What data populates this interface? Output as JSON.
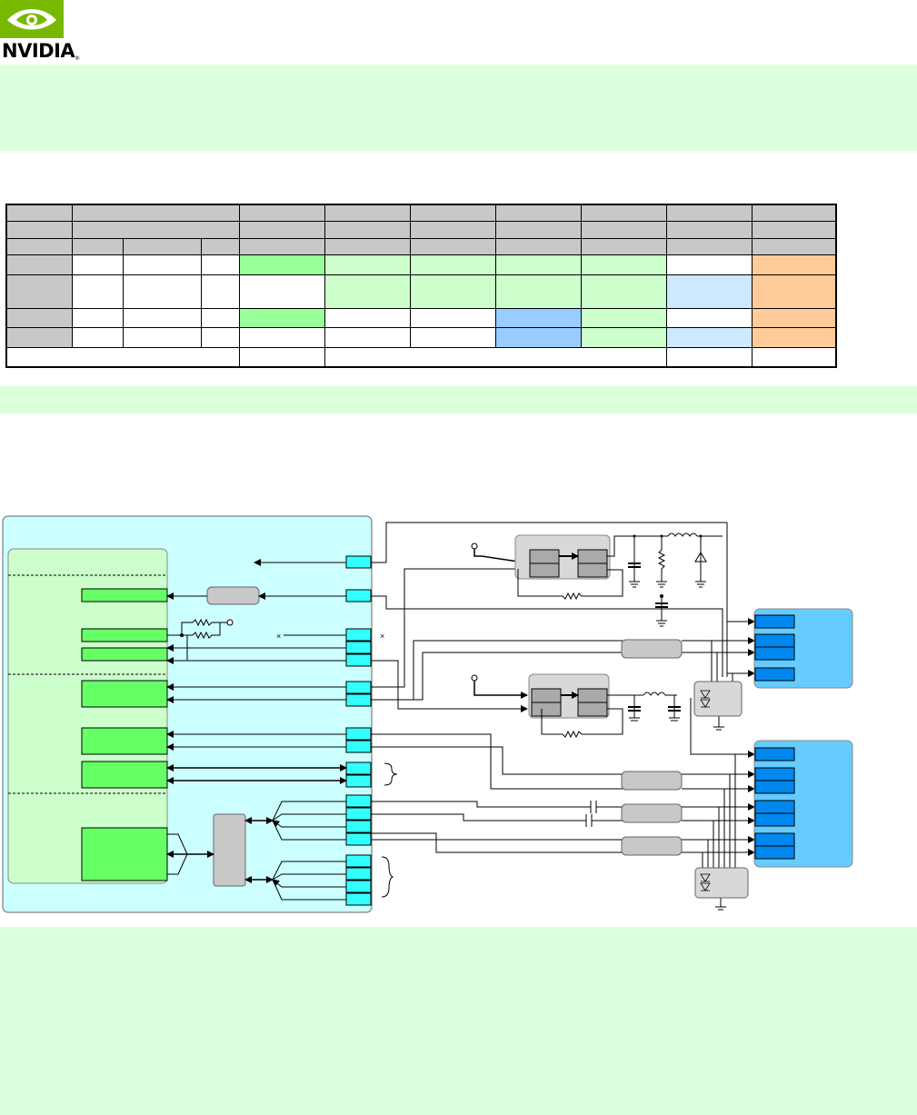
{
  "header": {
    "logo_text": "NVIDIA",
    "logo_mark": "nvidia-eye-logo",
    "trademark": "®"
  },
  "colors": {
    "note_background": "#dcffdc",
    "panel_cyan": "#ccffff",
    "panel_green": "#ccffcc",
    "block_green": "#66ff66",
    "connector_blue": "#66ccff",
    "pin_blue": "#0088ee",
    "pad_cyan": "#33ffff",
    "component_gray": "#c8c8c8",
    "table_green_dark": "#99ff99",
    "table_green_light": "#ccffcc",
    "table_blue_light": "#cce9ff",
    "table_blue": "#99ccff",
    "table_orange": "#ffcc99"
  },
  "table": {
    "row_fills": [
      [
        "none",
        "none",
        "none",
        "none",
        "table_green_dark",
        "table_green_light",
        "table_green_light",
        "table_green_light",
        "table_green_light",
        "none",
        "table_orange"
      ],
      [
        "none",
        "none",
        "none",
        "none",
        "none",
        "table_green_light",
        "table_green_light",
        "table_green_light",
        "table_green_light",
        "table_blue_light",
        "table_orange"
      ],
      [
        "none",
        "none",
        "none",
        "none",
        "table_green_dark",
        "none",
        "none",
        "table_blue",
        "table_green_light",
        "none",
        "table_orange"
      ],
      [
        "none",
        "none",
        "none",
        "none",
        "none",
        "none",
        "none",
        "table_blue",
        "table_green_light",
        "table_blue_light",
        "table_orange"
      ]
    ]
  },
  "diagram": {
    "no_connect_marks": [
      "×",
      "×"
    ]
  }
}
